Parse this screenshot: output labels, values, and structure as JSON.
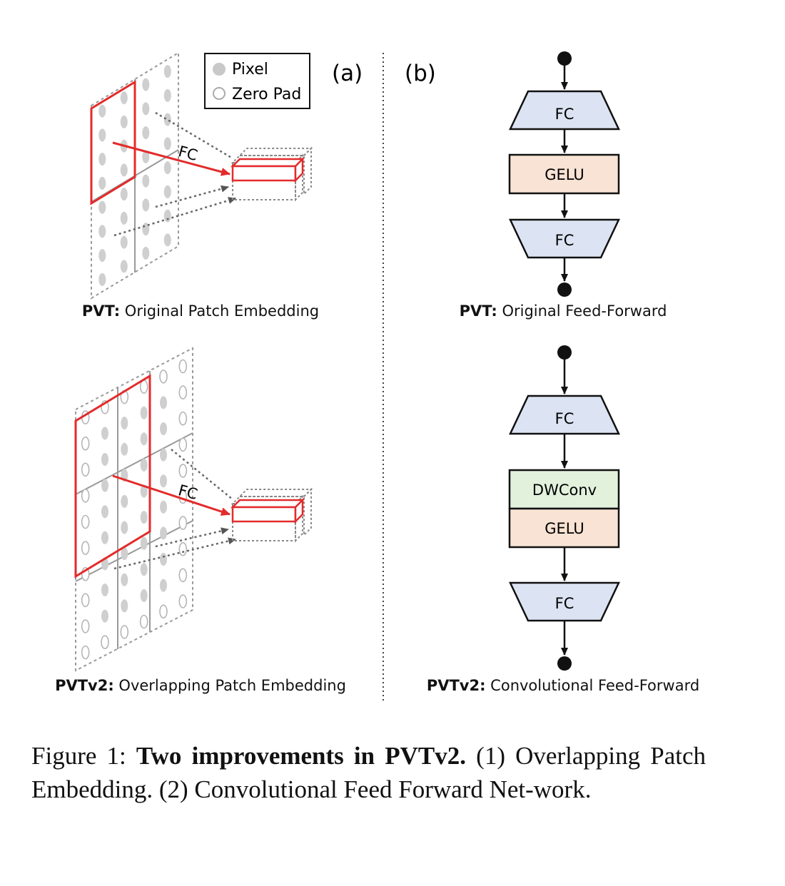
{
  "panel_a": {
    "label": "(a)",
    "legend": {
      "pixel": "Pixel",
      "zero_pad": "Zero Pad"
    },
    "fc_label": "FC",
    "caption_top_bold": "PVT:",
    "caption_top_rest": " Original Patch Embedding",
    "caption_bottom_bold": "PVTv2:",
    "caption_bottom_rest": " Overlapping Patch Embedding"
  },
  "panel_b": {
    "label": "(b)",
    "top_flow": {
      "fc1": "FC",
      "gelu": "GELU",
      "fc2": "FC"
    },
    "bottom_flow": {
      "fc1": "FC",
      "dwconv": "DWConv",
      "gelu": "GELU",
      "fc2": "FC"
    },
    "caption_top_bold": "PVT:",
    "caption_top_rest": " Original Feed-Forward",
    "caption_bottom_bold": "PVTv2:",
    "caption_bottom_rest": " Convolutional Feed-Forward"
  },
  "figure_caption": {
    "prefix": "Figure 1: ",
    "bold": "Two improvements in PVTv2.",
    "rest": " (1) Overlapping Patch Embedding.  (2) Convolutional Feed Forward Net-work."
  },
  "colors": {
    "fc_fill": "#dce4f3",
    "gelu_fill": "#f8e3d4",
    "dwconv_fill": "#e2f1dc",
    "accent_red": "#e32b2b",
    "pixel_gray": "#c8c8c8"
  }
}
